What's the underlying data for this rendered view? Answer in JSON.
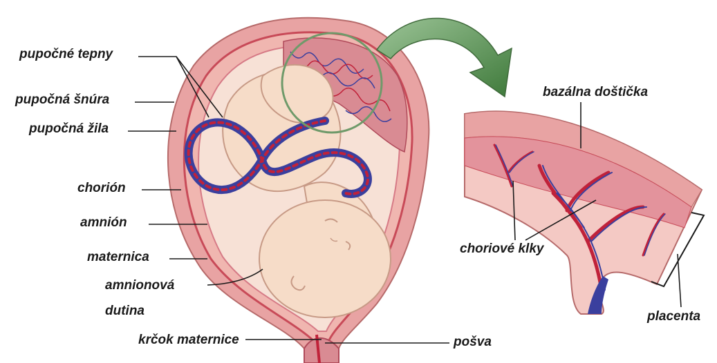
{
  "labels": {
    "umbilical_arteries": "pupočné tepny",
    "umbilical_cord": "pupočná šnúra",
    "umbilical_vein": "pupočná žila",
    "chorion": "chorión",
    "amnion": "amnión",
    "uterus": "maternica",
    "amniotic_cavity_1": "amnionová",
    "amniotic_cavity_2": "dutina",
    "cervix": "krčok maternice",
    "vagina": "pošva",
    "basal_plate": "bazálna doštička",
    "chorionic_villi": "choriové klky",
    "placenta": "placenta"
  },
  "colors": {
    "uterus_wall": "#e8a3a3",
    "uterus_inner": "#f4c9c4",
    "amniotic_fluid": "#f7e1d6",
    "fetus_skin": "#f6dcc8",
    "artery": "#c0223a",
    "vein": "#3a3f9e",
    "arrow": "#5e8f5a",
    "line": "#1a1a1a"
  }
}
